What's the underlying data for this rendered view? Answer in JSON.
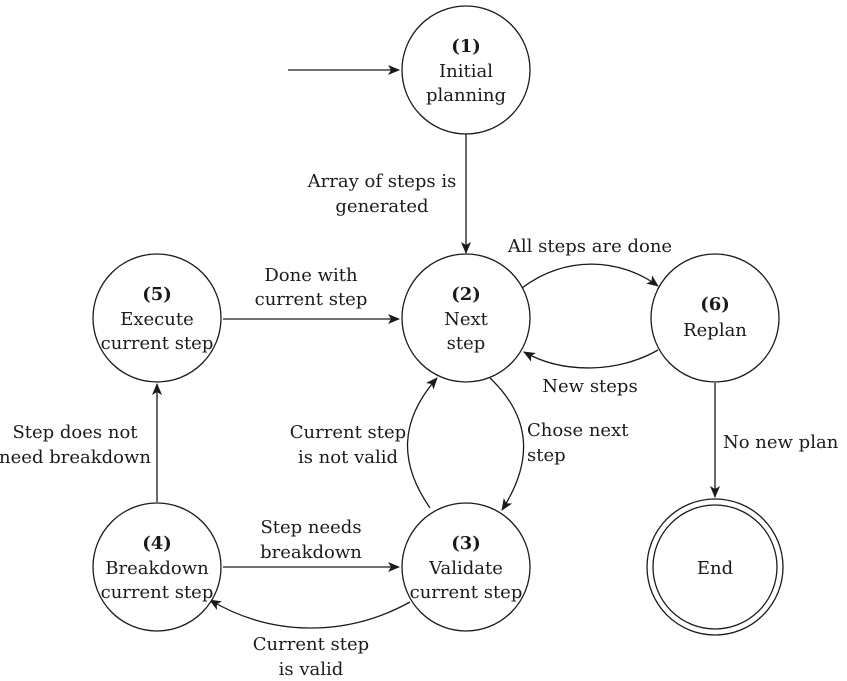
{
  "states": {
    "s1": {
      "number": "(1)",
      "line1": "Initial",
      "line2": "planning"
    },
    "s2": {
      "number": "(2)",
      "line1": "Next",
      "line2": "step"
    },
    "s3": {
      "number": "(3)",
      "line1": "Validate",
      "line2": "current step"
    },
    "s4": {
      "number": "(4)",
      "line1": "Breakdown",
      "line2": "current step"
    },
    "s5": {
      "number": "(5)",
      "line1": "Execute",
      "line2": "current step"
    },
    "s6": {
      "number": "(6)",
      "line1": "Replan"
    },
    "end": {
      "line1": "End"
    }
  },
  "transitions": {
    "t12": {
      "line1": "Array of steps is",
      "line2": "generated"
    },
    "t26": {
      "line1": "All steps are done"
    },
    "t62": {
      "line1": "New steps"
    },
    "t6end": {
      "line1": "No new plan"
    },
    "t52": {
      "line1": "Done with",
      "line2": "current step"
    },
    "t23": {
      "line1": "Chose next",
      "line2": "step"
    },
    "t32": {
      "line1": "Current step",
      "line2": "is not valid"
    },
    "t45": {
      "line1": "Step does not",
      "line2": "need breakdown"
    },
    "t43": {
      "line1": "Step needs",
      "line2": "breakdown"
    },
    "t34": {
      "line1": "Current step",
      "line2": "is valid"
    }
  }
}
